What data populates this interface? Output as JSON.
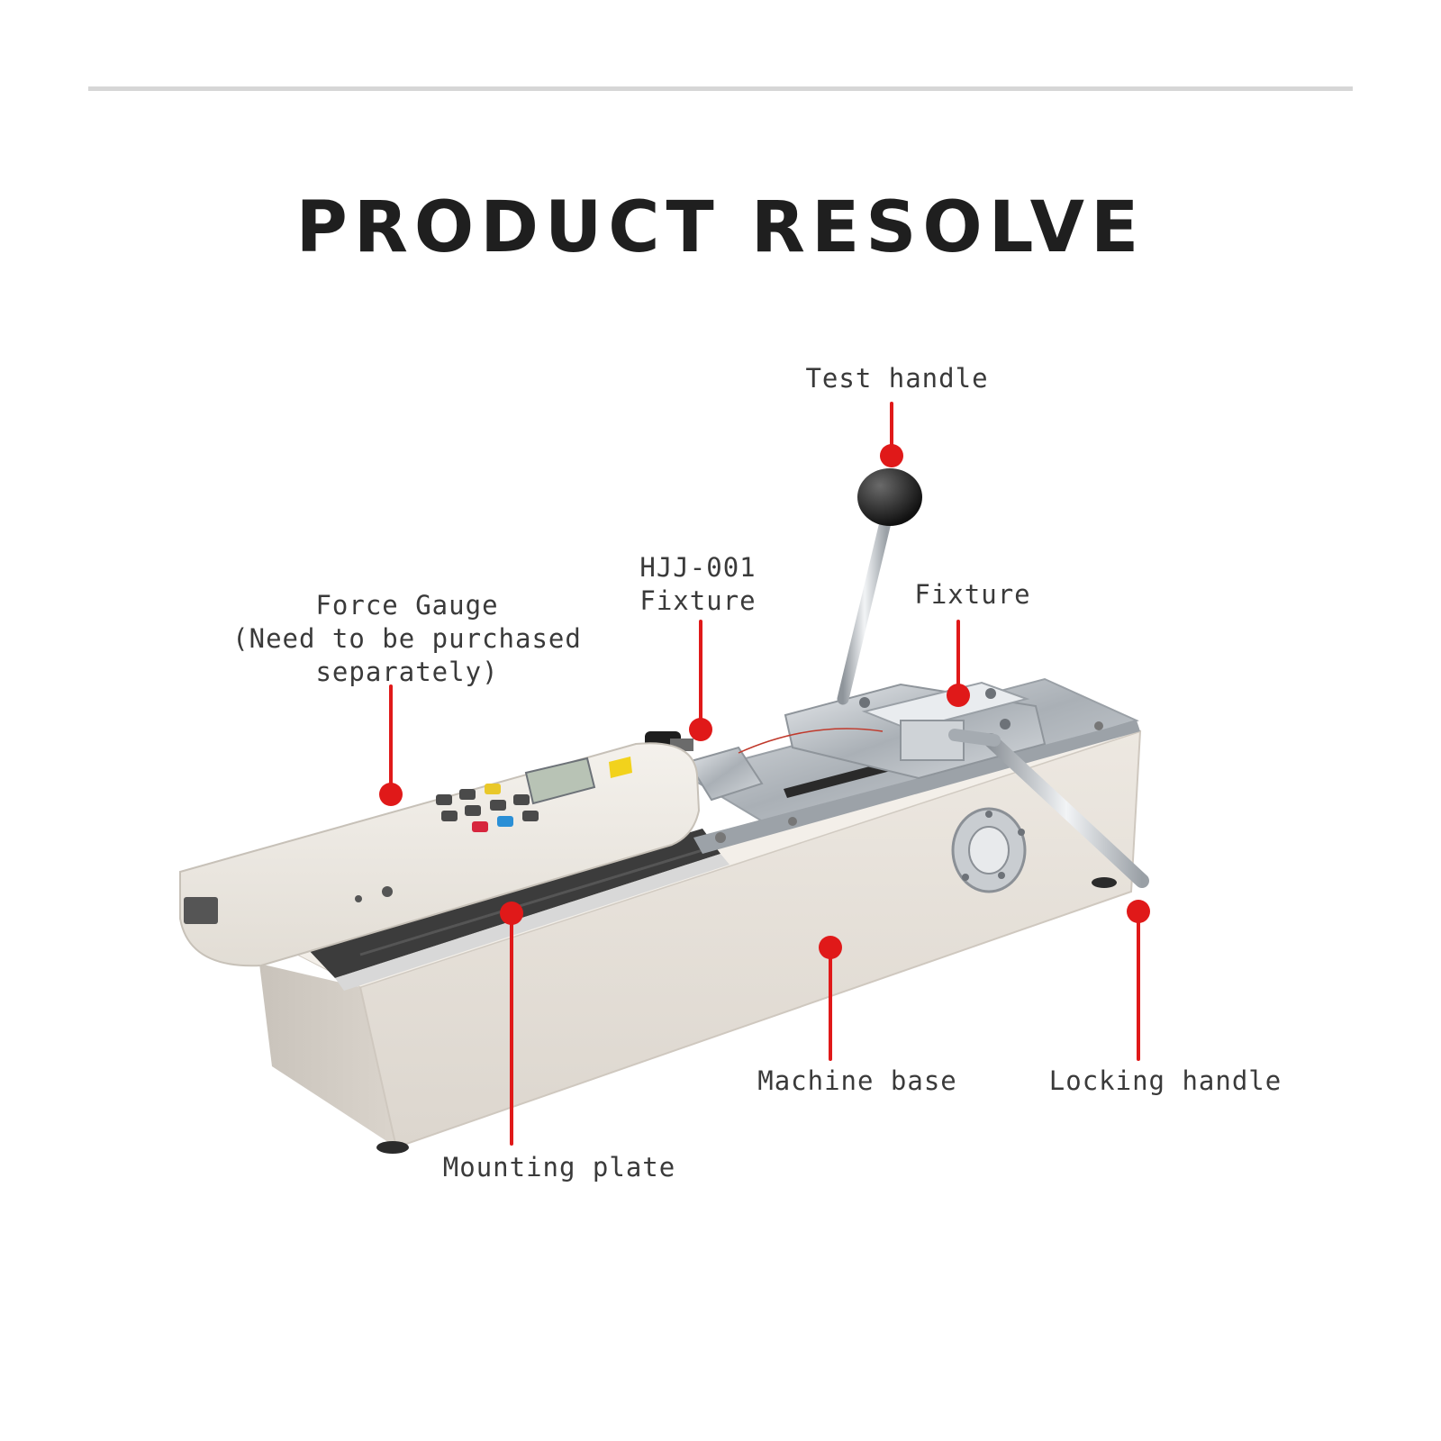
{
  "title": "PRODUCT RESOLVE",
  "callouts": {
    "test_handle": {
      "lines": [
        "Test handle"
      ]
    },
    "hjj_fixture": {
      "lines": [
        "HJJ-001",
        "Fixture"
      ]
    },
    "fixture": {
      "lines": [
        "Fixture"
      ]
    },
    "force_gauge": {
      "lines": [
        "Force Gauge",
        "(Need to be purchased",
        "separately)"
      ]
    },
    "machine_base": {
      "lines": [
        "Machine base"
      ]
    },
    "locking_handle": {
      "lines": [
        "Locking handle"
      ]
    },
    "mounting_plate": {
      "lines": [
        "Mounting plate"
      ]
    }
  },
  "colors": {
    "marker": "#e01919",
    "body": "#e8e3dc",
    "metal": "#bfc3c7",
    "title": "#1f1f1f",
    "label": "#3a3a3a"
  }
}
